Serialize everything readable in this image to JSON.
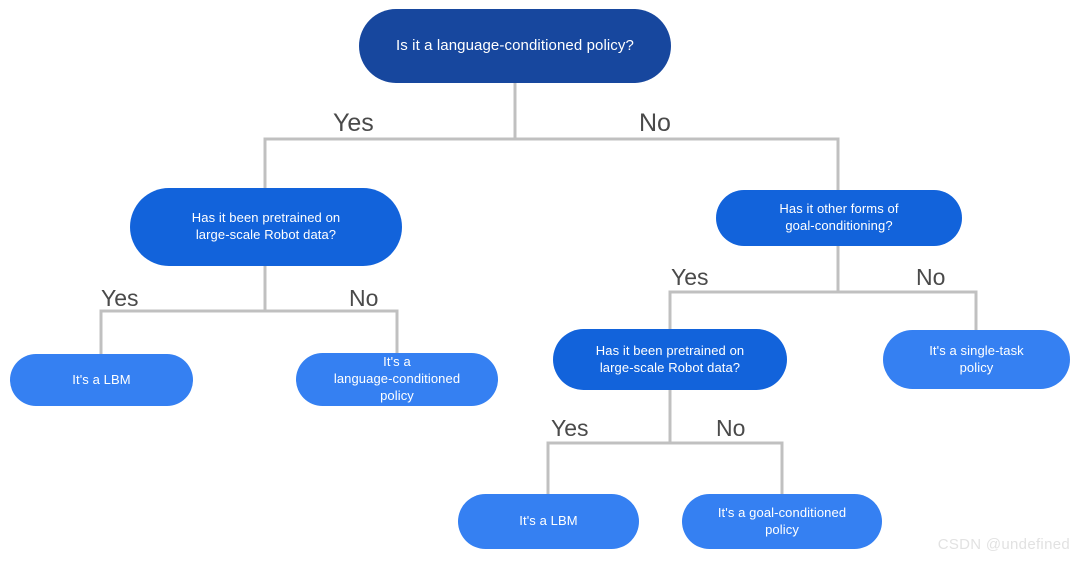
{
  "diagram": {
    "title": "Policy classification decision tree",
    "background_color": "#ffffff",
    "colors": {
      "root_node": "#17479E",
      "branch_node": "#1263DB",
      "leaf_node": "#3580F2",
      "connector": "#c0c0c0",
      "edge_label_text": "#4a4a4a",
      "node_text": "#ffffff",
      "watermark_text": "#e2e2e2"
    },
    "nodes": {
      "root": "Is it a language-conditioned policy?",
      "left_branch": "Has it been pretrained on\nlarge-scale Robot data?",
      "right_branch": "Has it other forms of\ngoal-conditioning?",
      "leaf_lbm_left": "It's a LBM",
      "leaf_language_conditioned": "It's a\nlanguage-conditioned\npolicy",
      "mid_branch_pretrained": "Has it been pretrained on\nlarge-scale Robot data?",
      "leaf_single_task": "It's a single-task\npolicy",
      "leaf_lbm_bottom": "It's a LBM",
      "leaf_goal_conditioned": "It's a goal-conditioned\npolicy"
    },
    "edge_labels": {
      "root_yes": "Yes",
      "root_no": "No",
      "left_yes": "Yes",
      "left_no": "No",
      "right_yes": "Yes",
      "right_no": "No",
      "mid_yes": "Yes",
      "mid_no": "No"
    },
    "watermark": "CSDN @undefined"
  }
}
